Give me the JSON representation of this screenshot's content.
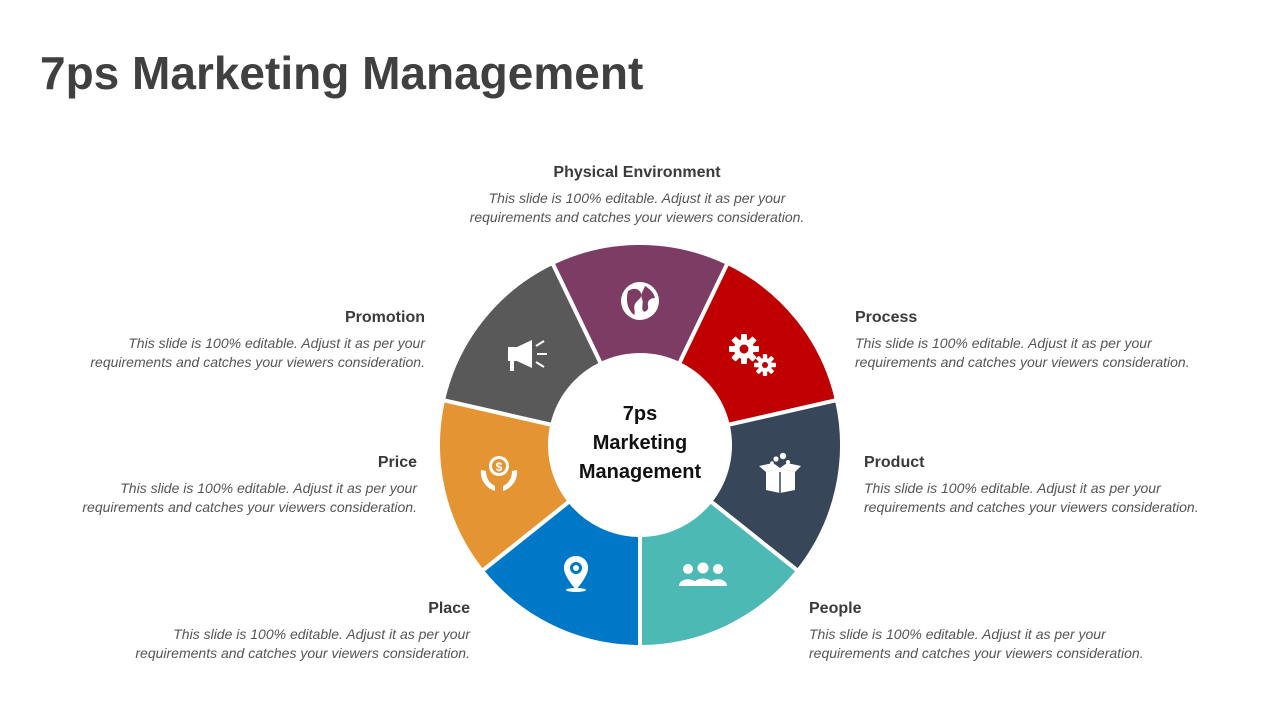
{
  "title": "7ps Marketing Management",
  "center_label": [
    "7ps",
    "Marketing",
    "Management"
  ],
  "segments": [
    {
      "name": "Physical Environment",
      "description_lines": [
        "This slide is 100% editable. Adjust it as per your",
        "requirements and catches your viewers consideration."
      ],
      "color": "#7D3C63",
      "icon": "globe-icon"
    },
    {
      "name": "Process",
      "description_lines": [
        "This slide is 100% editable. Adjust it as per your",
        "requirements and catches your viewers consideration."
      ],
      "color": "#C00000",
      "icon": "gears-icon"
    },
    {
      "name": "Product",
      "description_lines": [
        "This slide is 100% editable. Adjust it as per your",
        "requirements and catches your viewers consideration."
      ],
      "color": "#374658",
      "icon": "box-icon"
    },
    {
      "name": "People",
      "description_lines": [
        "This slide is 100% editable. Adjust it as per your",
        "requirements and catches your viewers consideration."
      ],
      "color": "#4CB9B5",
      "icon": "people-icon"
    },
    {
      "name": "Place",
      "description_lines": [
        "This slide is 100% editable. Adjust it as per your",
        "requirements and catches your viewers consideration."
      ],
      "color": "#0078C8",
      "icon": "location-pin-icon"
    },
    {
      "name": "Price",
      "description_lines": [
        "This slide is 100% editable. Adjust it as per your",
        "requirements and catches your viewers consideration."
      ],
      "color": "#E59433",
      "icon": "money-hands-icon"
    },
    {
      "name": "Promotion",
      "description_lines": [
        "This slide is 100% editable. Adjust it as per your",
        "requirements and catches your viewers consideration."
      ],
      "color": "#595959",
      "icon": "megaphone-icon"
    }
  ]
}
